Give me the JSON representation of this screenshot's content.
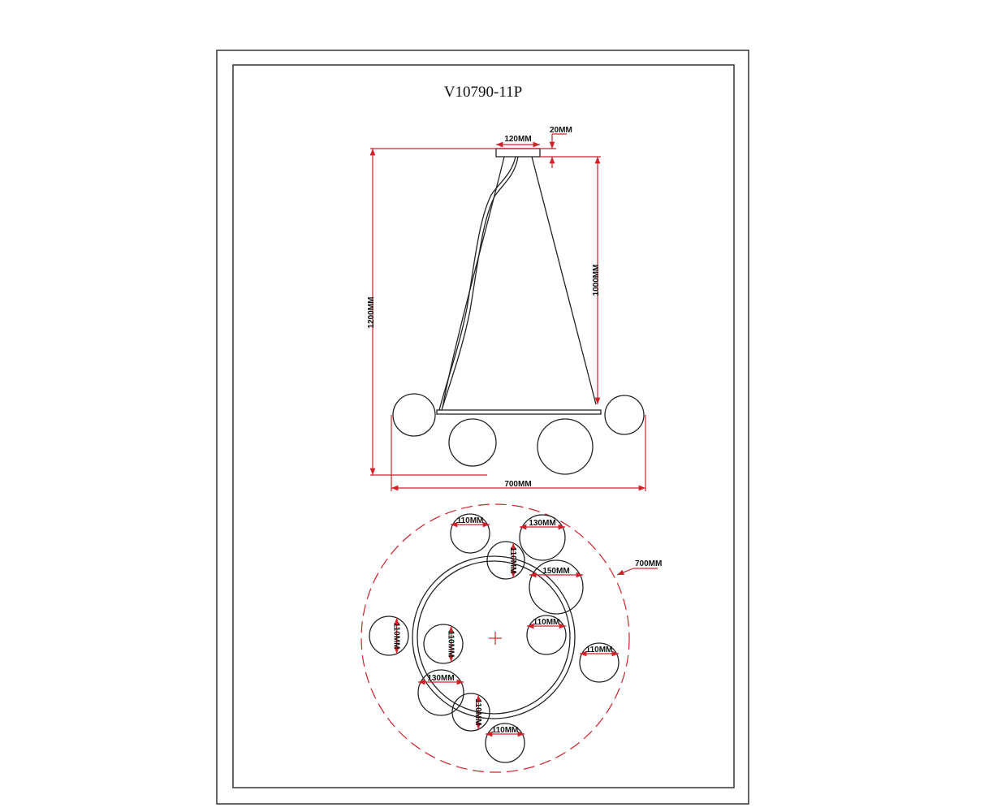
{
  "title": "V10790-11P",
  "side_view": {
    "canopy_width": "120MM",
    "canopy_height": "20MM",
    "total_height": "1200MM",
    "cable_length": "1000MM",
    "total_width": "700MM"
  },
  "top_view": {
    "outer_diameter": "700MM",
    "globes": [
      "110MM",
      "130MM",
      "110MM",
      "150MM",
      "110MM",
      "110MM",
      "110MM",
      "110MM",
      "130MM",
      "110MM",
      "110MM"
    ]
  },
  "colors": {
    "dimension": "#d0202a",
    "line": "#222222"
  }
}
